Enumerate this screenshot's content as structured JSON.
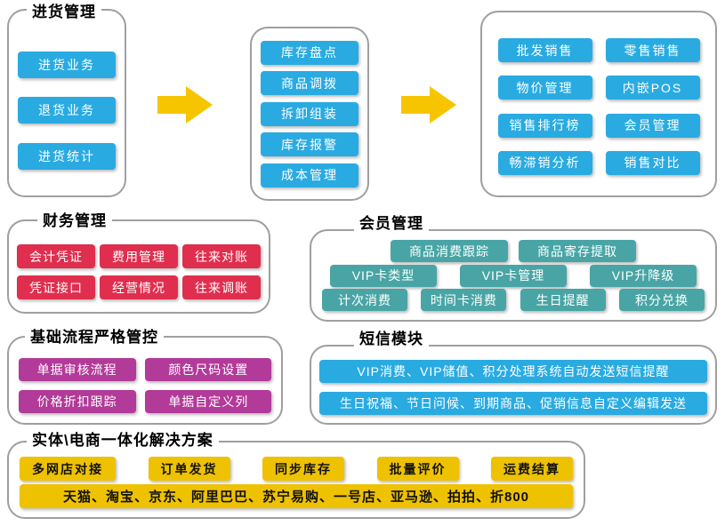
{
  "colors": {
    "button_blue": "#29abe2",
    "button_red": "#e02e4e",
    "button_teal": "#49a5a5",
    "button_purple": "#b23a98",
    "button_gold": "#eec200",
    "arrow_yellow": "#f6c500",
    "group_border": "#9f9f9f",
    "title_text": "#000000"
  },
  "groups": {
    "purchase": {
      "title": "进货管理",
      "items": [
        "进货业务",
        "退货业务",
        "进货统计"
      ]
    },
    "inventory": {
      "items": [
        "库存盘点",
        "商品调拨",
        "拆卸组装",
        "库存报警",
        "成本管理"
      ]
    },
    "sales": {
      "items": [
        "批发销售",
        "零售销售",
        "物价管理",
        "内嵌POS",
        "销售排行榜",
        "会员管理",
        "畅滞销分析",
        "销售对比"
      ]
    },
    "finance": {
      "title": "财务管理",
      "items": [
        "会计凭证",
        "费用管理",
        "往来对账",
        "凭证接口",
        "经营情况",
        "往来调账"
      ]
    },
    "member": {
      "title": "会员管理",
      "rows": [
        [
          "商品消费跟踪",
          "商品寄存提取"
        ],
        [
          "VIP卡类型",
          "VIP卡管理",
          "VIP升降级"
        ],
        [
          "计次消费",
          "时间卡消费",
          "生日提醒",
          "积分兑换"
        ]
      ]
    },
    "process": {
      "title": "基础流程严格管控",
      "items": [
        "单据审核流程",
        "颜色尺码设置",
        "价格折扣跟踪",
        "单据自定义列"
      ]
    },
    "sms": {
      "title": "短信模块",
      "items": [
        "VIP消费、VIP储值、积分处理系统自动发送短信提醒",
        "生日祝福、节日问候、到期商品、促销信息自定义编辑发送"
      ]
    },
    "ecommerce": {
      "title": "实体\\电商一体化解决方案",
      "items": [
        "多网店对接",
        "订单发货",
        "同步库存",
        "批量评价",
        "运费结算"
      ],
      "platforms": "天猫、淘宝、京东、阿里巴巴、苏宁易购、一号店、亚马逊、拍拍、折800"
    }
  }
}
